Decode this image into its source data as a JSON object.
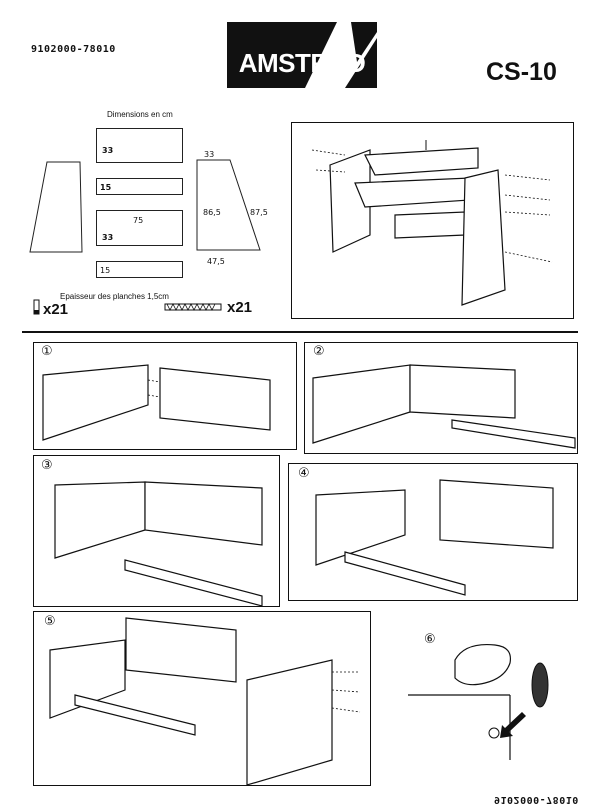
{
  "header": {
    "doc_code": "9102000-78010",
    "brand": "AMSTRAD",
    "model": "CS-10"
  },
  "dimensions": {
    "title": "Dimensions en cm",
    "labels": {
      "p1": "33",
      "p2": "15",
      "p3": "75",
      "p3b": "33",
      "p4": "15",
      "side_top": "33",
      "side_h1": "86,5",
      "side_h2": "87,5",
      "side_bottom": "47,5"
    },
    "thickness": "Epaisseur des planches 1,5cm",
    "dowels_qty": "x21",
    "screws_qty": "x21"
  },
  "steps": [
    {
      "num": "①"
    },
    {
      "num": "②"
    },
    {
      "num": "③"
    },
    {
      "num": "④"
    },
    {
      "num": "⑤"
    },
    {
      "num": "⑥"
    }
  ],
  "footer": {
    "doc_code_mirrored": "9102000-78010"
  }
}
